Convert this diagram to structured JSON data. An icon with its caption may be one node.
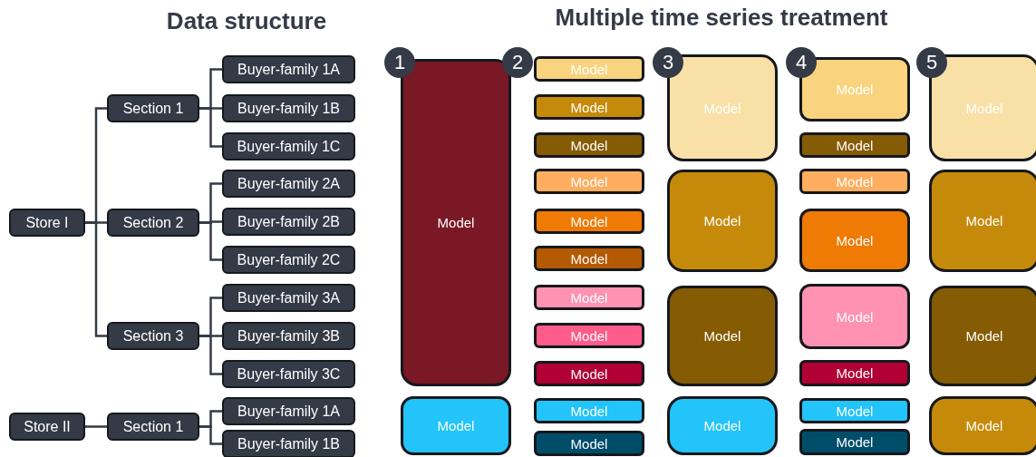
{
  "diagram": {
    "nodes": [
      {
        "text": [
          "Store I"
        ]
      },
      {
        "text": [
          "Section 1"
        ]
      },
      {
        "text": [
          "Section 2"
        ]
      },
      {
        "text": [
          "Section 3"
        ]
      },
      {
        "text": [
          "Buyer-family 1A"
        ]
      },
      {
        "text": [
          "Buyer-family 1B"
        ]
      },
      {
        "text": [
          "Buyer-family 1C"
        ]
      },
      {
        "text": [
          "Buyer-family 2A"
        ]
      },
      {
        "text": [
          "Buyer-family 2B"
        ]
      },
      {
        "text": [
          "Buyer-family 2C"
        ]
      },
      {
        "text": [
          "Buyer-family 3A"
        ]
      },
      {
        "text": [
          "Buyer-family 3B"
        ]
      },
      {
        "text": [
          "Buyer-family 3C"
        ]
      },
      {
        "text": [
          "Store II"
        ]
      },
      {
        "text": [
          "Section 1"
        ]
      },
      {
        "text": [
          "Buyer-family 1A"
        ]
      },
      {
        "text": [
          "Buyer-family 1B"
        ]
      },
      {
        "text": [
          "1"
        ]
      },
      {
        "text": [
          "Model"
        ]
      },
      {
        "text": [
          "Model"
        ]
      },
      {
        "text": [
          "2"
        ]
      },
      {
        "text": [
          "Model"
        ]
      },
      {
        "text": [
          "Model"
        ]
      },
      {
        "text": [
          "Model"
        ]
      },
      {
        "text": [
          "Model"
        ]
      },
      {
        "text": [
          "Model"
        ]
      },
      {
        "text": [
          "Model"
        ]
      },
      {
        "text": [
          "Model"
        ]
      },
      {
        "text": [
          "Model"
        ]
      },
      {
        "text": [
          "Model"
        ]
      },
      {
        "text": [
          "Model"
        ]
      },
      {
        "text": [
          "Model"
        ]
      },
      {
        "text": [
          "3"
        ]
      },
      {
        "text": [
          "Model"
        ]
      },
      {
        "text": [
          "Model"
        ]
      },
      {
        "text": [
          "Model"
        ]
      },
      {
        "text": [
          "Model"
        ]
      },
      {
        "text": [
          "4"
        ]
      },
      {
        "text": [
          "Model"
        ]
      },
      {
        "text": [
          "Model"
        ]
      },
      {
        "text": [
          "Model"
        ]
      },
      {
        "text": [
          "Model"
        ]
      },
      {
        "text": [
          "Model"
        ]
      },
      {
        "text": [
          "Model"
        ]
      },
      {
        "text": [
          "Model"
        ]
      },
      {
        "text": [
          "Model"
        ]
      },
      {
        "text": [
          "5"
        ]
      },
      {
        "text": [
          "Model"
        ]
      },
      {
        "text": [
          "Model"
        ]
      },
      {
        "text": [
          "Model"
        ]
      },
      {
        "text": [
          "Model"
        ]
      }
    ],
    "edges": [
      {
        "from": 0,
        "to": 1,
        "arrow": "none"
      },
      {
        "from": 0,
        "to": 2,
        "arrow": "none"
      },
      {
        "from": 0,
        "to": 3,
        "arrow": "none"
      },
      {
        "from": 1,
        "to": 4,
        "arrow": "none"
      },
      {
        "from": 1,
        "to": 5,
        "arrow": "none"
      },
      {
        "from": 1,
        "to": 6,
        "arrow": "none"
      },
      {
        "from": 2,
        "to": 7,
        "arrow": "none"
      },
      {
        "from": 2,
        "to": 8,
        "arrow": "none"
      },
      {
        "from": 2,
        "to": 9,
        "arrow": "none"
      },
      {
        "from": 3,
        "to": 10,
        "arrow": "none"
      },
      {
        "from": 3,
        "to": 11,
        "arrow": "none"
      },
      {
        "from": 3,
        "to": 12,
        "arrow": "none"
      },
      {
        "from": 13,
        "to": 14,
        "arrow": "none"
      },
      {
        "from": 14,
        "to": 15,
        "arrow": "none"
      },
      {
        "from": 14,
        "to": 16,
        "arrow": "none"
      }
    ],
    "labels": [
      "Data structure",
      "Multiple time series treatment"
    ]
  }
}
